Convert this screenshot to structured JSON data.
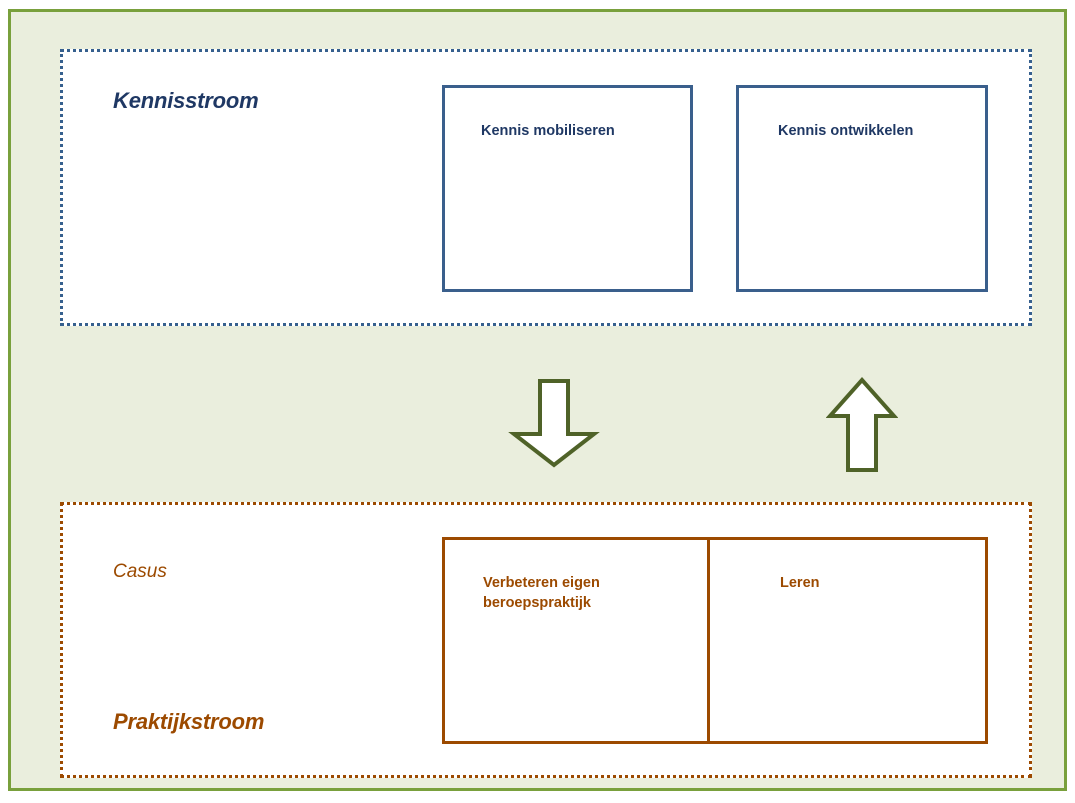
{
  "diagram": {
    "background_color": "#EAEEDD",
    "frame_color": "#79A03C",
    "knowledge_stream": {
      "title": "Kennisstroom",
      "color": "#1F3864",
      "border_color": "#36608E",
      "cards": [
        {
          "label": "Kennis mobiliseren"
        },
        {
          "label": "Kennis ontwikkelen"
        }
      ]
    },
    "practice_stream": {
      "title": "Praktijkstroom",
      "subtitle": "Casus",
      "color": "#9C4A00",
      "border_color": "#9C4A00",
      "cards": [
        {
          "label": "Verbeteren eigen beroepspraktijk"
        },
        {
          "label": "Leren"
        }
      ]
    },
    "arrows": [
      {
        "name": "arrow-down",
        "direction": "down",
        "color": "#4F6228"
      },
      {
        "name": "arrow-up",
        "direction": "up",
        "color": "#4F6228"
      }
    ]
  }
}
